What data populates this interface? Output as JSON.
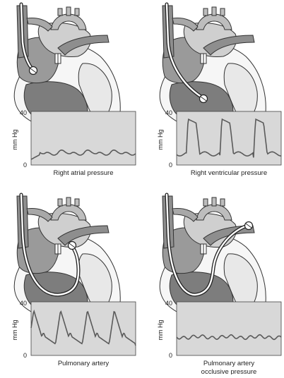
{
  "figure": {
    "panels": [
      {
        "caption": [
          "Right atrial pressure"
        ],
        "axis": {
          "unit": "mm Hg",
          "y_max_label": "40",
          "y_min_label": "0"
        },
        "catheter_tip": "right-atrium",
        "waveform": "low-flat"
      },
      {
        "caption": [
          "Right ventricular pressure"
        ],
        "axis": {
          "unit": "mm Hg",
          "y_max_label": "40",
          "y_min_label": "0"
        },
        "catheter_tip": "right-ventricle",
        "waveform": "high-peaks"
      },
      {
        "caption": [
          "Pulmonary artery"
        ],
        "axis": {
          "unit": "mm Hg",
          "y_max_label": "40",
          "y_min_label": "0"
        },
        "catheter_tip": "pulmonary-artery",
        "waveform": "medium-peaks"
      },
      {
        "caption": [
          "Pulmonary artery",
          "occlusive pressure"
        ],
        "axis": {
          "unit": "mm Hg",
          "y_max_label": "40",
          "y_min_label": "0"
        },
        "catheter_tip": "pulmonary-wedge",
        "waveform": "low-wavy"
      }
    ],
    "colors": {
      "panel_bg": "#d8d8d8",
      "trace": "#5a5a5a",
      "heart_light": "#e8e8e8",
      "heart_mid": "#b9b9b9",
      "heart_dark": "#7d7d7d",
      "outline": "#333333"
    }
  }
}
